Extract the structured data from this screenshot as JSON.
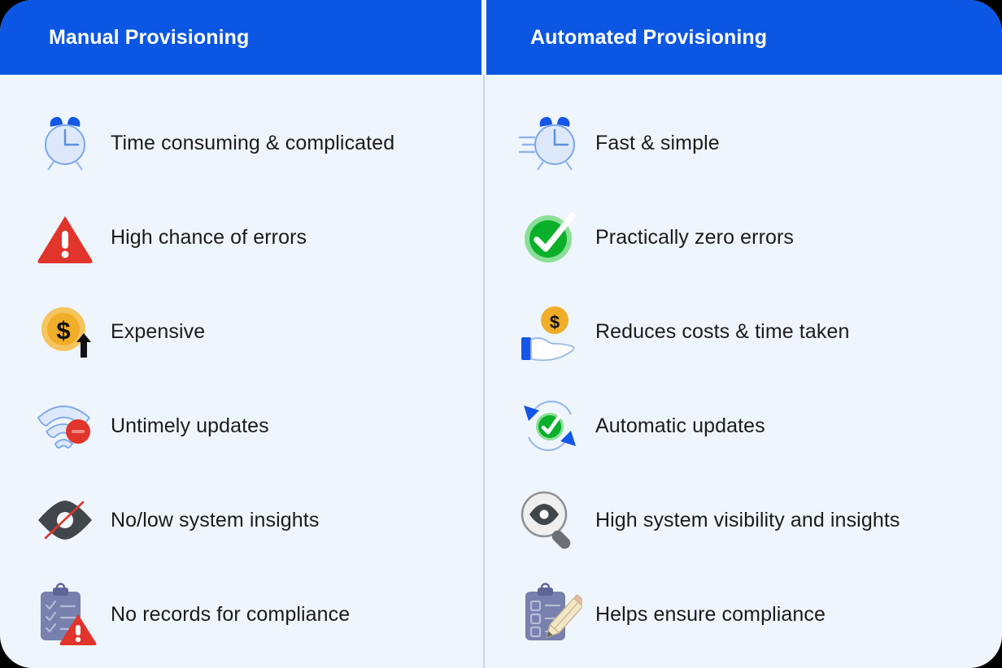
{
  "colors": {
    "header_blue": "#0b57e3",
    "card_bg": "#eff5fd",
    "divider": "#bcd6f7",
    "text": "#1b1b1b",
    "red": "#e1342a",
    "green": "#0ab02a",
    "gold": "#f0ad28",
    "slate": "#7880ae",
    "dark_gray": "#41464b"
  },
  "columns": [
    {
      "header": "Manual Provisioning",
      "rows": [
        {
          "icon": "alarm-clock-icon",
          "label": "Time consuming & complicated"
        },
        {
          "icon": "warning-triangle-icon",
          "label": "High chance of errors"
        },
        {
          "icon": "coin-up-arrow-icon",
          "label": "Expensive"
        },
        {
          "icon": "wifi-error-icon",
          "label": "Untimely updates"
        },
        {
          "icon": "eye-slash-icon",
          "label": "No/low system insights"
        },
        {
          "icon": "clipboard-warning-icon",
          "label": "No records for compliance"
        }
      ]
    },
    {
      "header": "Automated Provisioning",
      "rows": [
        {
          "icon": "fast-alarm-clock-icon",
          "label": "Fast & simple"
        },
        {
          "icon": "green-check-circle-icon",
          "label": "Practically zero errors"
        },
        {
          "icon": "hand-coin-icon",
          "label": "Reduces costs & time taken"
        },
        {
          "icon": "refresh-check-icon",
          "label": "Automatic updates"
        },
        {
          "icon": "magnifier-eye-icon",
          "label": "High system visibility and insights"
        },
        {
          "icon": "clipboard-pencil-icon",
          "label": "Helps ensure compliance"
        }
      ]
    }
  ]
}
